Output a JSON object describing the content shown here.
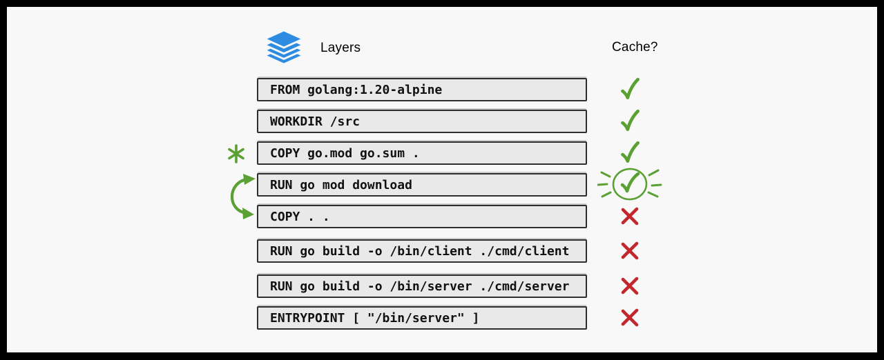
{
  "header": {
    "layers_label": "Layers",
    "cache_label": "Cache?"
  },
  "icons": {
    "legend": "layers-stack-icon",
    "cache_hit": "check-icon",
    "cache_hit_emphasized": "circled-check-burst-icon",
    "cache_miss": "cross-icon",
    "changed_file_marker": "asterisk-icon",
    "reorder_hint": "swap-arrow-icon"
  },
  "colors": {
    "green": "#5aa032",
    "red": "#c2272d",
    "blue": "#2d8ce1",
    "box_bg": "#e9e9e9",
    "box_border": "#2e2e2e",
    "canvas_bg": "#f8f8f8",
    "frame": "#000000",
    "text": "#111111"
  },
  "rows": [
    {
      "command": "FROM golang:1.20-alpine",
      "cache": "check",
      "marker": null
    },
    {
      "command": "WORKDIR /src",
      "cache": "check",
      "marker": null
    },
    {
      "command": "COPY go.mod go.sum .",
      "cache": "check",
      "marker": "asterisk"
    },
    {
      "command": "RUN go mod download",
      "cache": "check-circled",
      "marker": "swap-arrow-start"
    },
    {
      "command": "COPY . .",
      "cache": "cross",
      "marker": "swap-arrow-end"
    },
    {
      "command": "RUN go build -o /bin/client ./cmd/client",
      "cache": "cross",
      "marker": null
    },
    {
      "command": "RUN go build -o /bin/server ./cmd/server",
      "cache": "cross",
      "marker": null
    },
    {
      "command": "ENTRYPOINT [ \"/bin/server\" ]",
      "cache": "cross",
      "marker": null
    }
  ]
}
